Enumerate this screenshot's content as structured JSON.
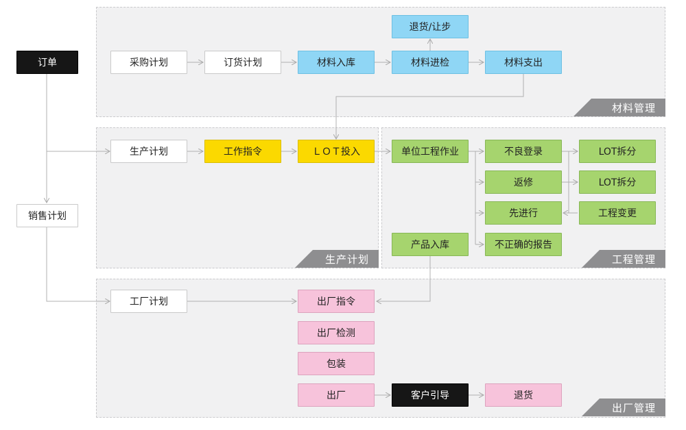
{
  "panels": {
    "material": "材料管理",
    "production": "生产计划",
    "engineering": "工程管理",
    "shipping": "出厂管理"
  },
  "nodes": {
    "order": "订单",
    "sales_plan": "销售计划",
    "purchase_plan": "采购计划",
    "ordering_plan": "订货计划",
    "material_in": "材料入库",
    "material_inspect": "材料进检",
    "material_out": "材料支出",
    "return_concession": "退货/让步",
    "production_plan": "生产计划",
    "work_order": "工作指令",
    "lot_input": "ＬＯＴ投入",
    "unit_work": "单位工程作业",
    "defect_register": "不良登录",
    "rework": "返修",
    "advance": "先进行",
    "incorrect_report": "不正确的报告",
    "lot_split_1": "LOT拆分",
    "lot_split_2": "LOT拆分",
    "eng_change": "工程变更",
    "product_in": "产品入库",
    "factory_plan": "工厂计划",
    "ship_order": "出厂指令",
    "ship_inspect": "出厂检测",
    "packing": "包装",
    "ship_out": "出厂",
    "customer_guide": "客户引导",
    "return_goods": "退货"
  }
}
